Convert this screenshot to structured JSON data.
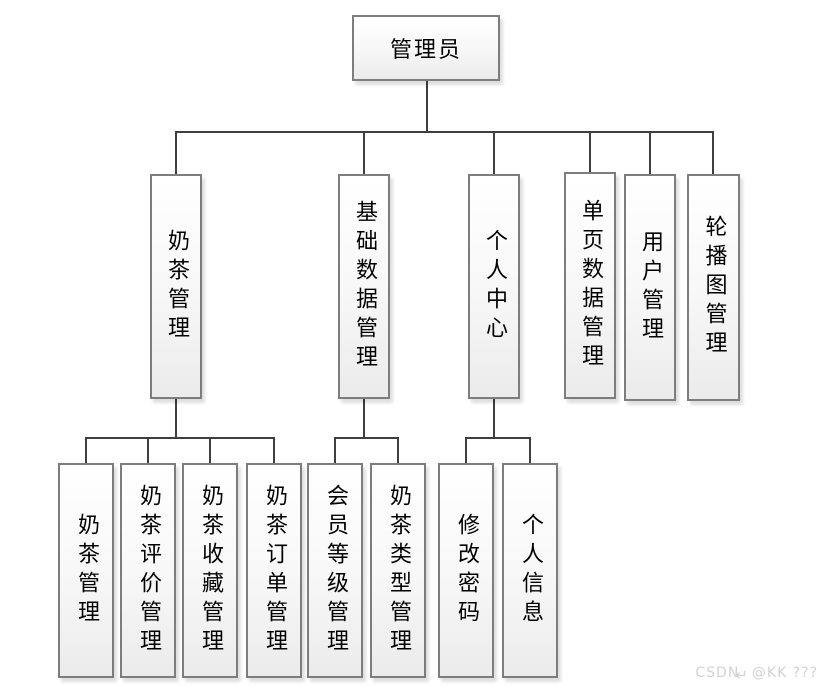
{
  "diagram": {
    "root": {
      "label": "管理员"
    },
    "level2": [
      {
        "label": "奶茶管理"
      },
      {
        "label": "基础数据管理"
      },
      {
        "label": "个人中心"
      },
      {
        "label": "单页数据管理"
      },
      {
        "label": "用户管理"
      },
      {
        "label": "轮播图管理"
      }
    ],
    "level3": [
      {
        "label": "奶茶管理"
      },
      {
        "label": "奶茶评价管理"
      },
      {
        "label": "奶茶收藏管理"
      },
      {
        "label": "奶茶订单管理"
      },
      {
        "label": "会员等级管理"
      },
      {
        "label": "奶茶类型管理"
      },
      {
        "label": "修改密码"
      },
      {
        "label": "个人信息"
      }
    ],
    "colors": {
      "connector_line": "#3f3f3f",
      "box_border": "#7d7d7d",
      "box_fill_top": "#ffffff",
      "box_fill_bottom": "#ebebeb",
      "text": "#000000"
    }
  },
  "watermark": {
    "brand": "CSDN",
    "arrow": "↵",
    "handle": "@KK ???"
  }
}
